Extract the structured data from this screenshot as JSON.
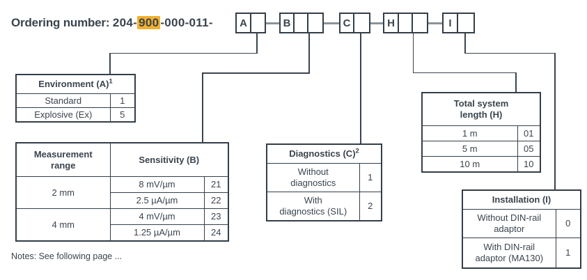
{
  "title": {
    "label": "Ordering number:",
    "number_prefix": "204-",
    "number_highlight": "900",
    "number_suffix": "-000-011-"
  },
  "code_boxes": [
    {
      "letter": "A"
    },
    {
      "letter": "B"
    },
    {
      "letter": "C"
    },
    {
      "letter": "H"
    },
    {
      "letter": "I"
    }
  ],
  "tables": {
    "environment": {
      "title": "Environment (A)",
      "footnote_ref": "1",
      "rows": [
        {
          "label": "Standard",
          "code": "1"
        },
        {
          "label": "Explosive (Ex)",
          "code": "5"
        }
      ]
    },
    "sensitivity": {
      "range_header": "Measurement\nrange",
      "title": "Sensitivity (B)",
      "groups": [
        {
          "range": "2 mm",
          "options": [
            {
              "label": "8 mV/µm",
              "code": "21"
            },
            {
              "label": "2.5 µA/µm",
              "code": "22"
            }
          ]
        },
        {
          "range": "4 mm",
          "options": [
            {
              "label": "4 mV/µm",
              "code": "23"
            },
            {
              "label": "1.25 µA/µm",
              "code": "24"
            }
          ]
        }
      ]
    },
    "diagnostics": {
      "title": "Diagnostics (C)",
      "footnote_ref": "2",
      "rows": [
        {
          "label": "Without\ndiagnostics",
          "code": "1"
        },
        {
          "label": "With\ndiagnostics (SIL)",
          "code": "2"
        }
      ]
    },
    "total_system_length": {
      "title": "Total system\nlength (H)",
      "rows": [
        {
          "label": "1 m",
          "code": "01"
        },
        {
          "label": "5 m",
          "code": "05"
        },
        {
          "label": "10 m",
          "code": "10"
        }
      ]
    },
    "installation": {
      "title": "Installation (I)",
      "rows": [
        {
          "label": "Without DIN-rail\nadaptor",
          "code": "0"
        },
        {
          "label": "With DIN-rail\nadaptor (MA130)",
          "code": "1"
        }
      ]
    }
  },
  "notes": "Notes: See following page ...",
  "colors": {
    "text": "#3a444e",
    "border": "#333e48",
    "highlight": "#f2b02e",
    "connector_gray": "#8c939a"
  }
}
